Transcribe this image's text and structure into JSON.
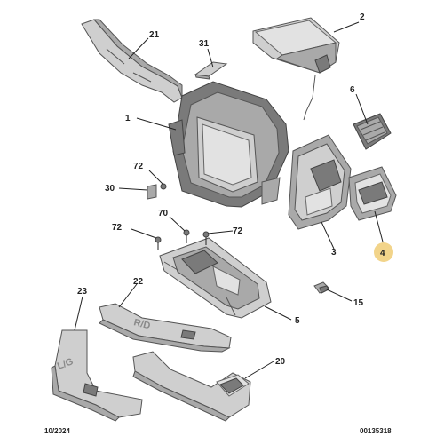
{
  "callouts": {
    "c1": "1",
    "c2": "2",
    "c3": "3",
    "c4": "4",
    "c5": "5",
    "c6": "6",
    "c15": "15",
    "c20": "20",
    "c21": "21",
    "c22": "22",
    "c23": "23",
    "c30": "30",
    "c31": "31",
    "c70": "70",
    "c72a": "72",
    "c72b": "72",
    "c72c": "72"
  },
  "footer": {
    "date": "10/2024",
    "ref": "00135318"
  },
  "colors": {
    "highlight": "#f2d48a",
    "part_dark": "#7a7a7a",
    "part_mid": "#a9a9a9",
    "part_light": "#cfcfcf"
  },
  "embossed": {
    "part22_text": "R/D",
    "part23_text": "L/G"
  }
}
